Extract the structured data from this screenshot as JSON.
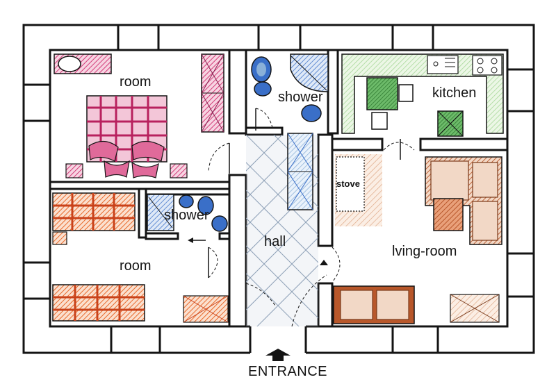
{
  "labels": {
    "room_top": "room",
    "room_bottom": "room",
    "shower_top": "shower",
    "shower_bottom": "shower",
    "kitchen": "kitchen",
    "hall": "hall",
    "stove": "stove",
    "living_room": "lving-room",
    "entrance": "ENTRANCE"
  },
  "colors": {
    "wall": "#141414",
    "bedroom_top_furniture": "#d23c78",
    "bedroom_bottom_furniture": "#e8692a",
    "bathroom_fixtures": "#3a6fc8",
    "kitchen": "#2f9a3a",
    "kitchen_counter": "#a8d89a",
    "living_room_furniture": "#b8572a",
    "hall_floor": "#7a8fa8",
    "wardrobe_hall": "#8ab0d8"
  }
}
